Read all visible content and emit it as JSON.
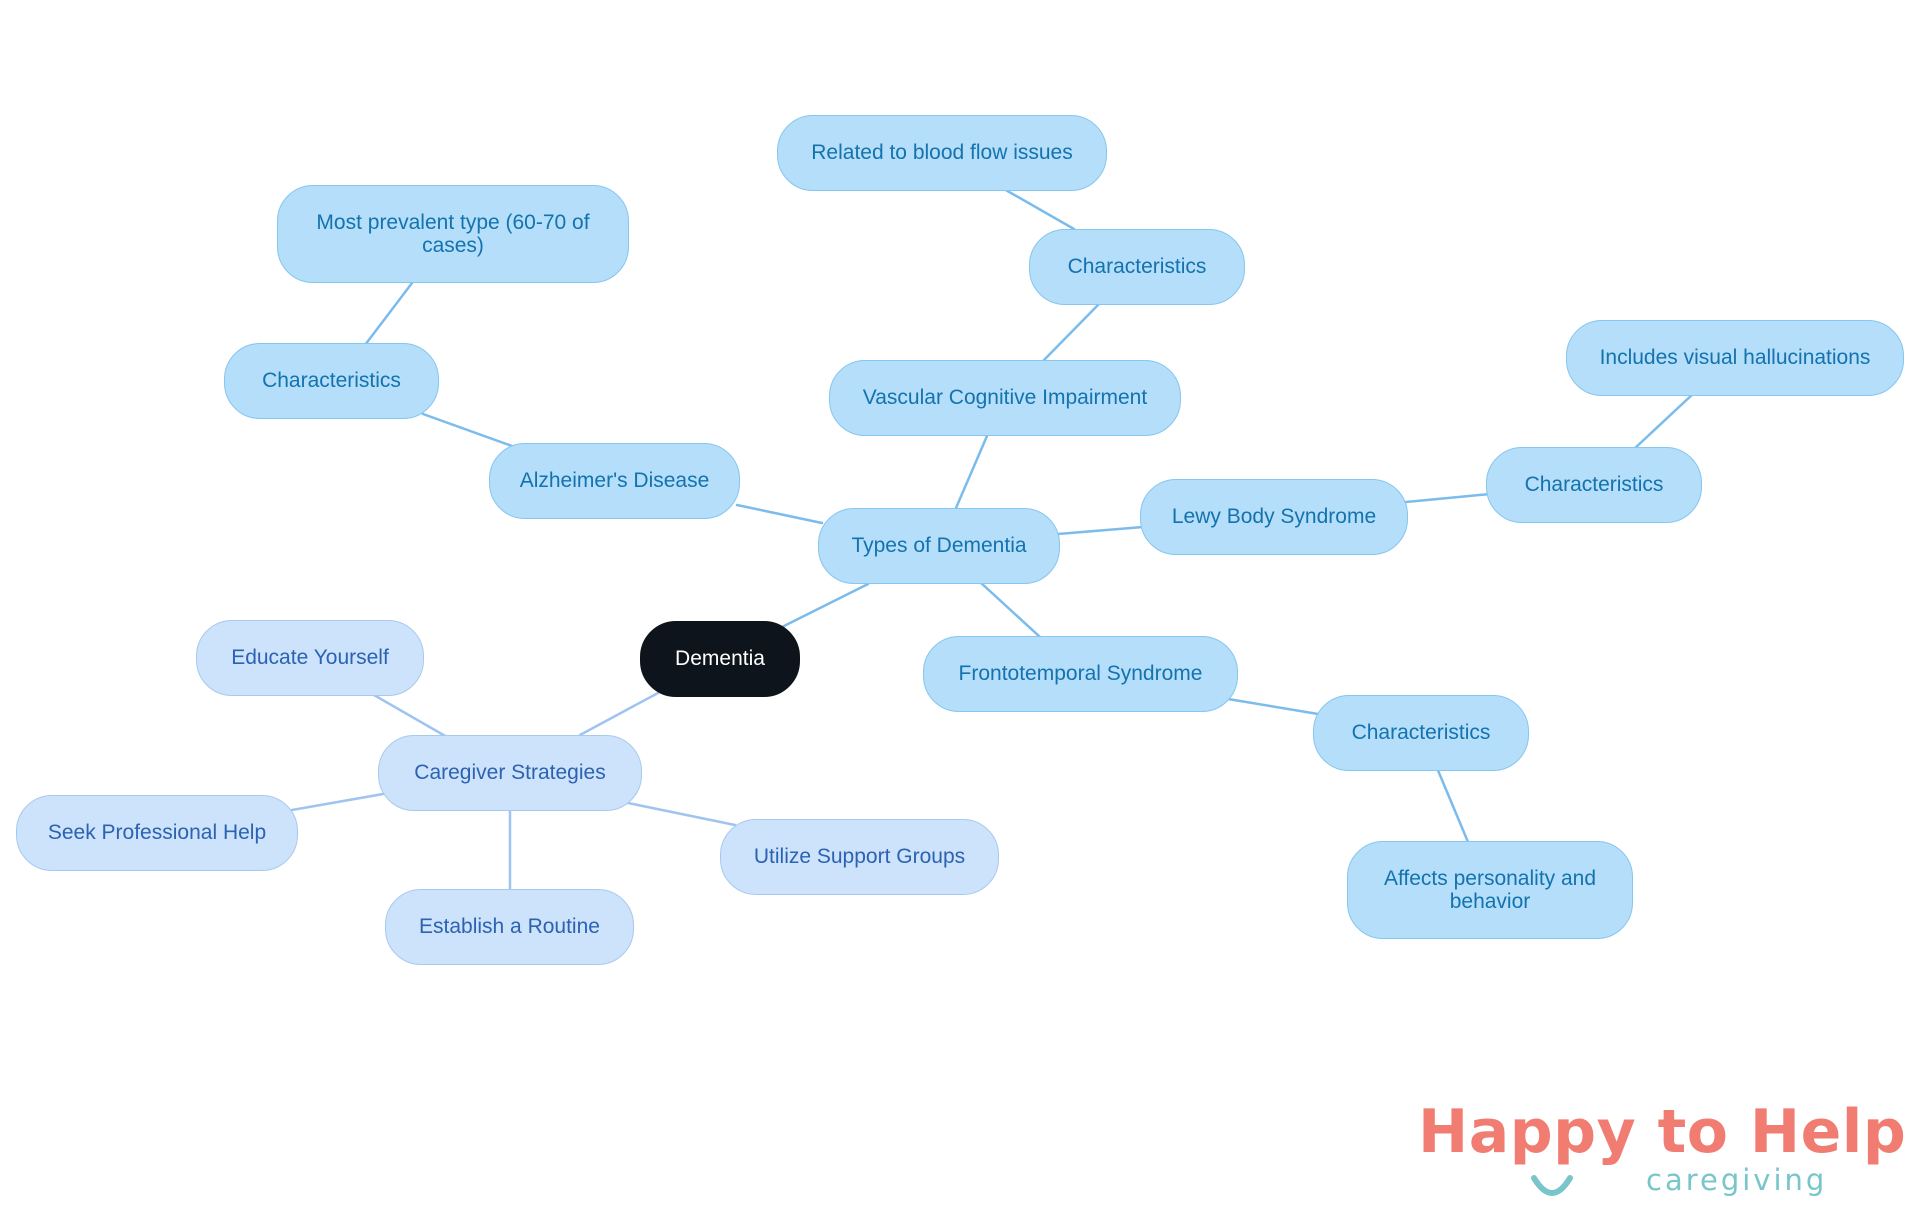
{
  "diagram": {
    "root": {
      "label": "Dementia",
      "color": "#0d141b"
    },
    "types_branch": {
      "label": "Types of Dementia",
      "fill": "#b4def9",
      "text_color": "#1473ae",
      "line_color": "#7bbcec",
      "children": [
        {
          "label": "Alzheimer's Disease",
          "characteristics_label": "Characteristics",
          "detail": "Most prevalent type (60-70 of cases)"
        },
        {
          "label": "Vascular Cognitive Impairment",
          "characteristics_label": "Characteristics",
          "detail": "Related to blood flow issues"
        },
        {
          "label": "Lewy Body Syndrome",
          "characteristics_label": "Characteristics",
          "detail": "Includes visual hallucinations"
        },
        {
          "label": "Frontotemporal Syndrome",
          "characteristics_label": "Characteristics",
          "detail": "Affects personality and behavior"
        }
      ]
    },
    "caregiver_branch": {
      "label": "Caregiver Strategies",
      "fill": "#cde2fb",
      "text_color": "#2b63b2",
      "line_color": "#9ec4ef",
      "children": [
        {
          "label": "Educate Yourself"
        },
        {
          "label": "Seek Professional Help"
        },
        {
          "label": "Establish a Routine"
        },
        {
          "label": "Utilize Support Groups"
        }
      ]
    }
  },
  "logo": {
    "title": "Happy to Help",
    "subtitle": "caregiving",
    "title_color": "#f07c72",
    "accent_color": "#78c6c9"
  }
}
